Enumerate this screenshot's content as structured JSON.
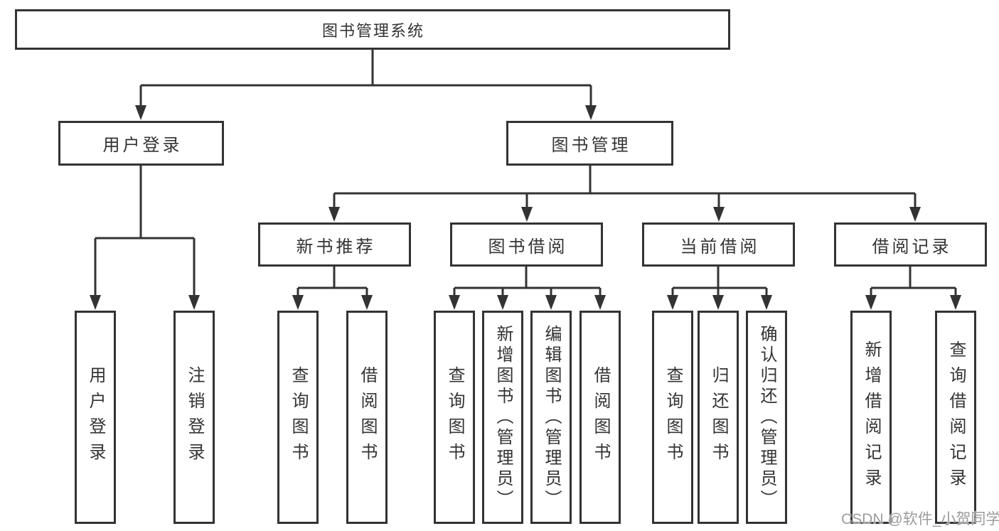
{
  "diagram": {
    "root": {
      "label": "图书管理系统",
      "children": [
        {
          "label": "用户登录",
          "children": [
            {
              "label": "用户登录"
            },
            {
              "label": "注销登录"
            }
          ]
        },
        {
          "label": "图书管理",
          "children": [
            {
              "label": "新书推荐",
              "children": [
                {
                  "label": "查询图书"
                },
                {
                  "label": "借阅图书"
                }
              ]
            },
            {
              "label": "图书借阅",
              "children": [
                {
                  "label": "查询图书"
                },
                {
                  "label": "新增图书（管理员）"
                },
                {
                  "label": "编辑图书（管理员）"
                },
                {
                  "label": "借阅图书"
                }
              ]
            },
            {
              "label": "当前借阅",
              "children": [
                {
                  "label": "查询图书"
                },
                {
                  "label": "归还图书"
                },
                {
                  "label": "确认归还（管理员）"
                }
              ]
            },
            {
              "label": "借阅记录",
              "children": [
                {
                  "label": "新增借阅记录"
                },
                {
                  "label": "查询借阅记录"
                }
              ]
            }
          ]
        }
      ]
    }
  },
  "watermark": {
    "text": "CSDN @软件_小贺同学"
  },
  "colors": {
    "line": "#333333",
    "box_border": "#333333",
    "text": "#333333",
    "watermark": "#9c9c9c",
    "background": "#ffffff"
  }
}
